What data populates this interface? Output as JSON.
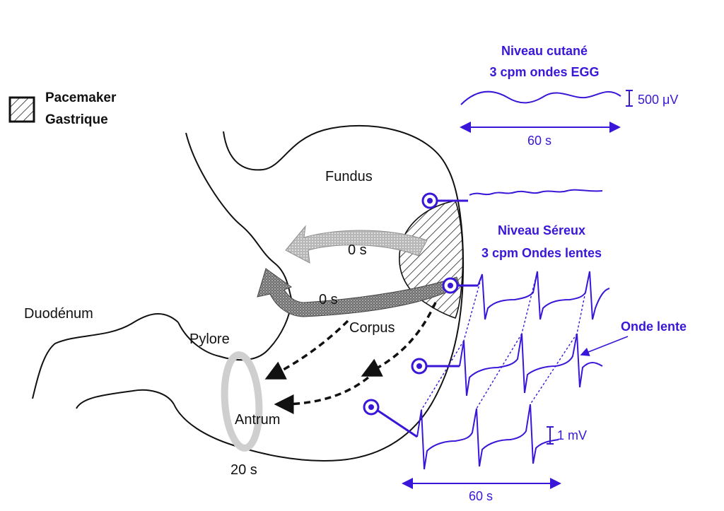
{
  "legend": {
    "label_line1": "Pacemaker",
    "label_line2": "Gastrique"
  },
  "stomach": {
    "fundus": "Fundus",
    "corpus": "Corpus",
    "antrum": "Antrum",
    "pylore": "Pylore",
    "duodenum": "Duodénum"
  },
  "timing": {
    "upper_arrow": "0 s",
    "lower_arrow": "0 s",
    "antrum": "20 s"
  },
  "cutaneous": {
    "title_line1": "Niveau cutané",
    "title_line2": "3 cpm  ondes EGG",
    "scale": "500 μV",
    "duration": "60 s"
  },
  "serosal": {
    "title_line1": "Niveau Séreux",
    "title_line2": "3 cpm Ondes lentes",
    "callout": "Onde lente",
    "scale": "1 mV",
    "duration": "60 s"
  },
  "colors": {
    "accent": "#3a16d8",
    "ink": "#111111"
  }
}
